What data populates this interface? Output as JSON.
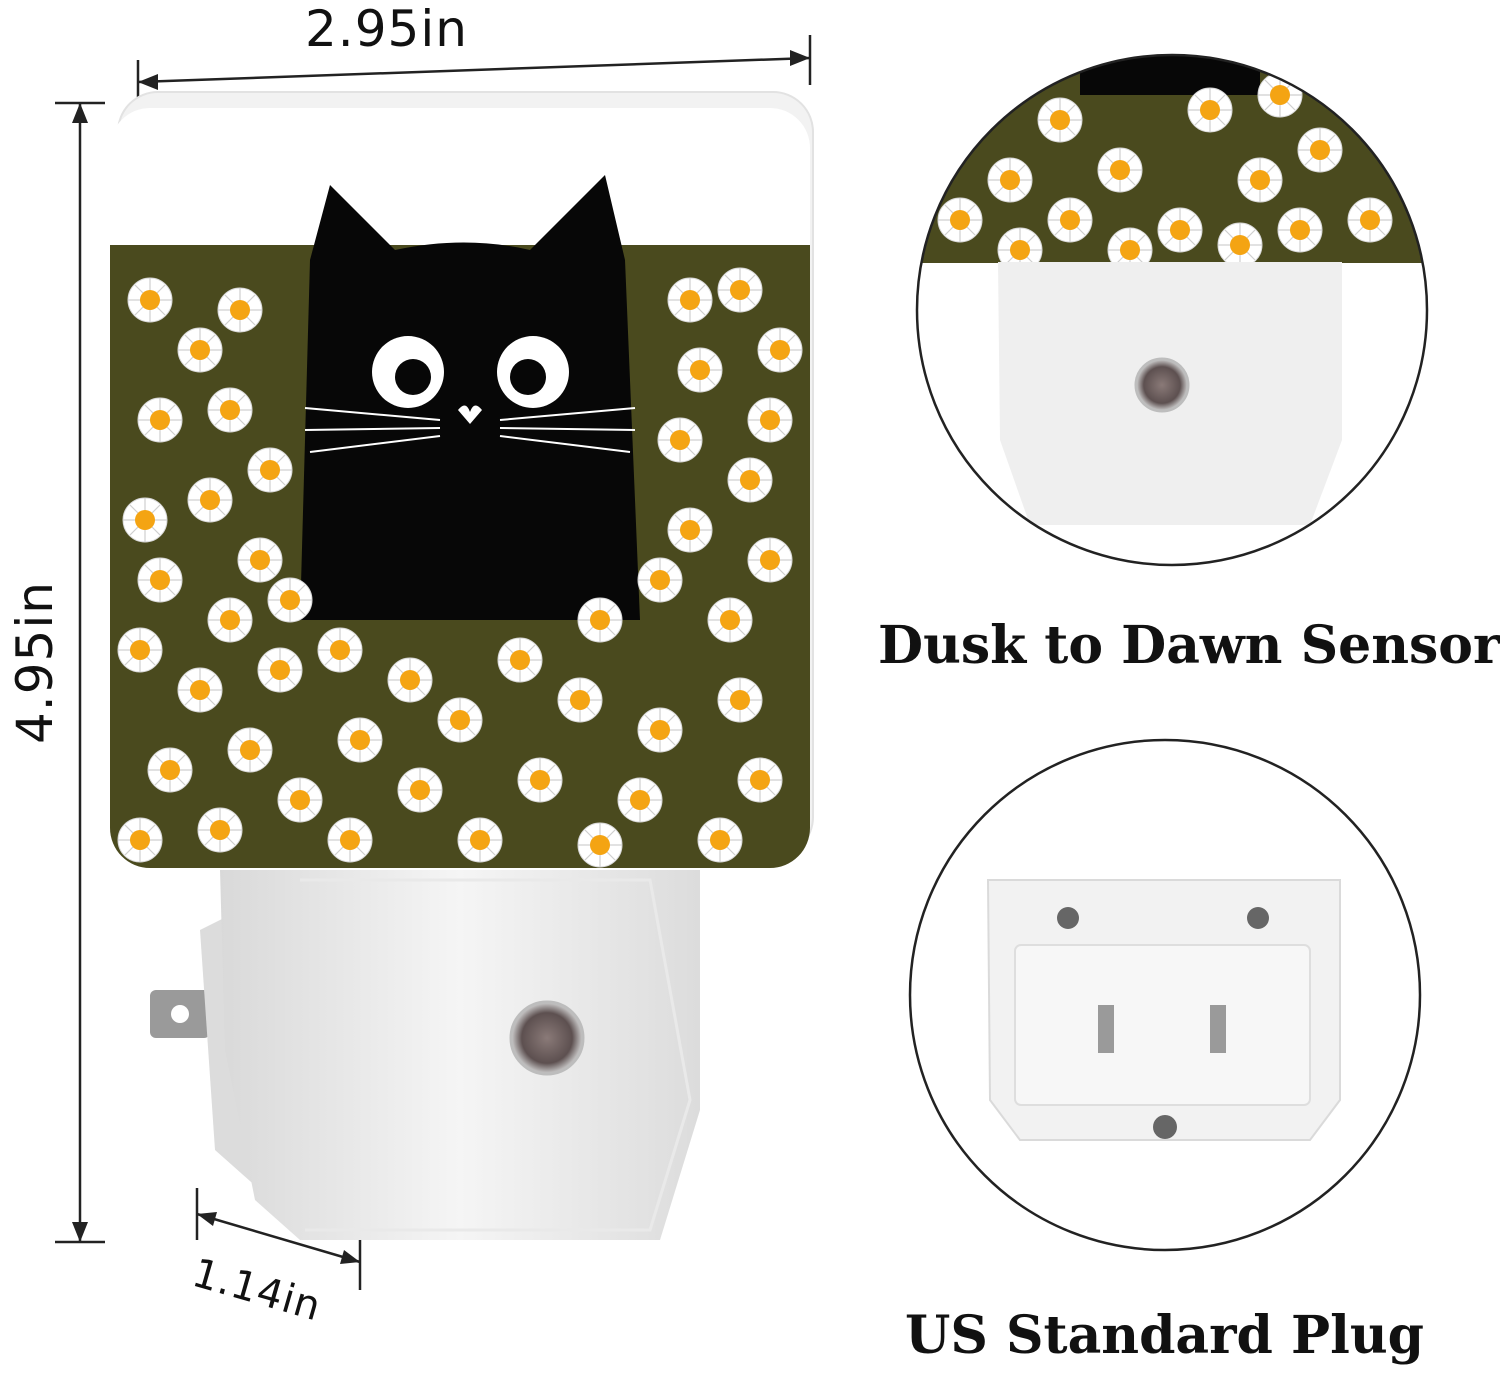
{
  "dimensions": {
    "width_label": "2.95in",
    "height_label": "4.95in",
    "depth_label": "1.14in"
  },
  "captions": {
    "sensor": "Dusk to Dawn Sensor",
    "plug": "US Standard Plug"
  },
  "colors": {
    "panel_black": "#070707",
    "daisy_petal": "#ffffff",
    "daisy_center": "#f4a413",
    "foliage": "#4a4a1e",
    "housing": "#f3f3f3"
  }
}
